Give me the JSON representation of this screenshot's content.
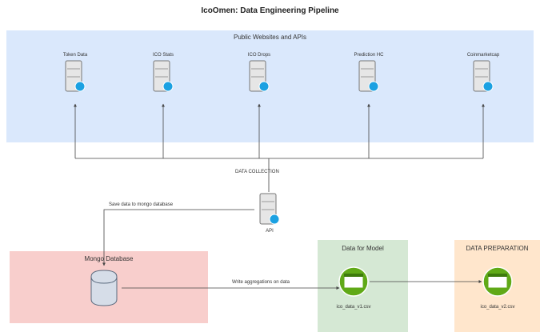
{
  "title": "IcoOmen: Data Engineering Pipeline",
  "regions": {
    "public": "Public Websites and APIs",
    "mongo": "Mongo Database",
    "model": "Data for Model",
    "prep": "DATA PREPARATION"
  },
  "sources": [
    "Token Data",
    "ICO Stats",
    "ICO Drops",
    "Prediction HC",
    "Coinmarketcap"
  ],
  "collection_label": "DATA COLLECTION",
  "api_label": "API",
  "save_label": "Save data to mongo database",
  "write_label": "Write aggregations on data",
  "file_model": "ico_data_v1.csv",
  "file_prep": "ico_data_v2.csv",
  "colors": {
    "public": "#dae8fc",
    "mongo": "#f8cecc",
    "model": "#d5e8d4",
    "prep": "#ffe6cc",
    "file_icon": "#60a917",
    "edge": "#444444"
  }
}
